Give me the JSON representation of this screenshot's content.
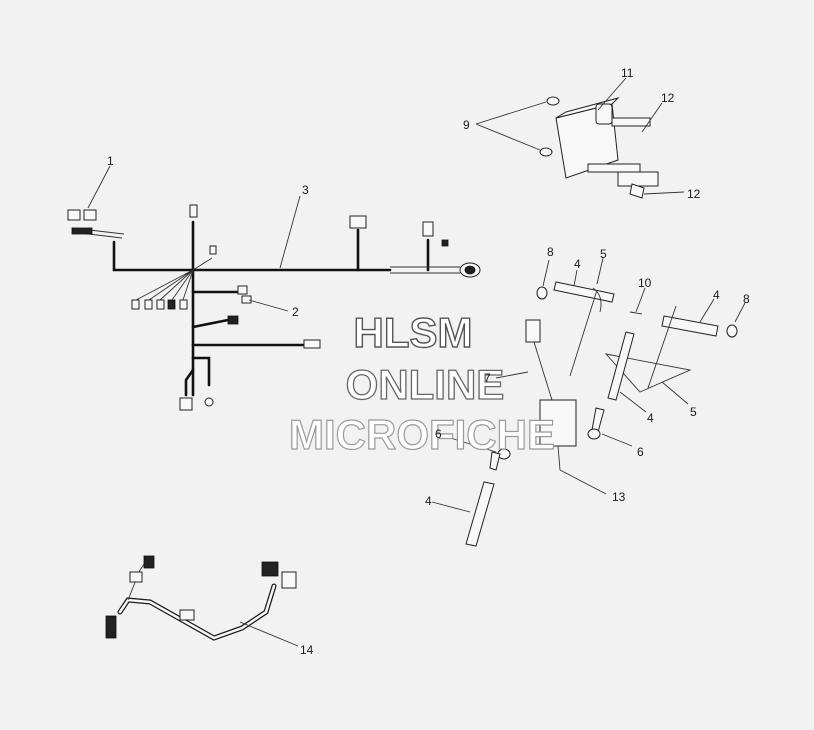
{
  "watermark": {
    "line1": "HLSM",
    "line2": "ONLINE",
    "line3": "MICROFICHE"
  },
  "callouts": {
    "c1": "1",
    "c2": "2",
    "c3": "3",
    "c4a": "4",
    "c4b": "4",
    "c4c": "4",
    "c4d": "4",
    "c5a": "5",
    "c5b": "5",
    "c6a": "6",
    "c6b": "6",
    "c7": "7",
    "c8a": "8",
    "c8b": "8",
    "c9": "9",
    "c10": "10",
    "c11": "11",
    "c12a": "12",
    "c12b": "12",
    "c13": "13",
    "c14": "14"
  },
  "colors": {
    "background": "#f2f2f2",
    "line": "#111111",
    "watermark_fill": "#ffffff",
    "watermark_stroke": "#555555"
  }
}
